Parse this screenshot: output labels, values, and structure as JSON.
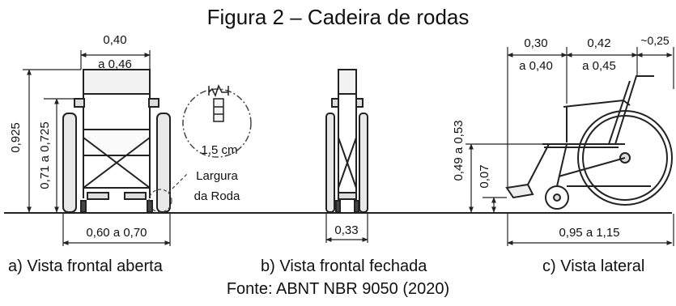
{
  "figure": {
    "title": "Figura 2 – Cadeira de rodas",
    "source": "Fonte: ABNT NBR 9050 (2020)"
  },
  "views": {
    "frontal_open": {
      "caption": "a) Vista frontal aberta",
      "width_top_line1": "0,40",
      "width_top_line2": "a 0,46",
      "height_total": "0,925",
      "height_seat": "0,71 a 0,725",
      "width_bottom": "0,60 a 0,70",
      "detail_measure": "1,5 cm",
      "detail_label_line1": "Largura",
      "detail_label_line2": "da Roda"
    },
    "frontal_closed": {
      "caption": "b) Vista frontal fechada",
      "width_bottom": "0,33"
    },
    "lateral": {
      "caption": "c) Vista lateral",
      "top_a_line1": "0,30",
      "top_a_line2": "a 0,40",
      "top_b_line1": "0,42",
      "top_b_line2": "a 0,45",
      "top_c": "~0,25",
      "height_a": "0,49 a 0,53",
      "height_b": "0,07",
      "length_bottom": "0,95 a 1,15"
    }
  }
}
